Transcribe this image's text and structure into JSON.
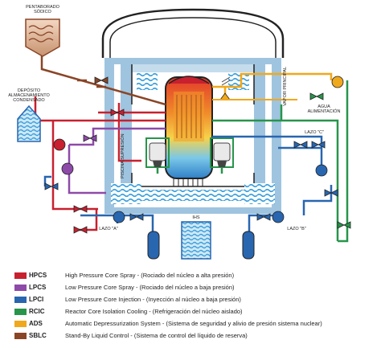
{
  "labels": {
    "pentaborado": [
      "PENTABORADO",
      "SÓDICO"
    ],
    "deposito": [
      "DEPÓSITO",
      "ALMACENAMIENTO",
      "CONDENSADO"
    ],
    "vapor": "VAPOR PRINCIPAL",
    "agua": [
      "AGUA",
      "ALIMENTACIÓN"
    ],
    "piscina": "PISCINA SUPRESIÓN",
    "ihs": "IHS",
    "lazo_a": "LAZO \"A\"",
    "lazo_b": "LAZO \"B\"",
    "lazo_c": "LAZO \"C\""
  },
  "legend": [
    {
      "abbr": "HPCS",
      "text": "High Pressure Core Spray - (Rociado del núcleo a alta presión)",
      "color": "#c8202f"
    },
    {
      "abbr": "LPCS",
      "text": "Low Pressure Core Spray - (Rociado del núcleo a baja presión)",
      "color": "#8e4aa8"
    },
    {
      "abbr": "LPCI",
      "text": "Low Pressure Core Injection - (Inyección al núcleo a baja presión)",
      "color": "#2866b0"
    },
    {
      "abbr": "RCIC",
      "text": "Reactor Core Isolation Cooling - (Refrigeración del núcleo aislado)",
      "color": "#27954a"
    },
    {
      "abbr": "ADS",
      "text": "Automatic Depressurization System - (Sistema de seguridad y alivio de presión sistema nuclear)",
      "color": "#f0a81c"
    },
    {
      "abbr": "SBLC",
      "text": "Stand-By Liquid Control - (Sistema de control del líquido de reserva)",
      "color": "#8a4526"
    }
  ],
  "colors": {
    "hpcs": "#c8202f",
    "lpcs": "#8e4aa8",
    "lpci": "#2866b0",
    "rcic": "#27954a",
    "ads": "#f0a81c",
    "sblc": "#8a4526",
    "water": "#3aa0dc",
    "structure": "#9fc4df"
  }
}
